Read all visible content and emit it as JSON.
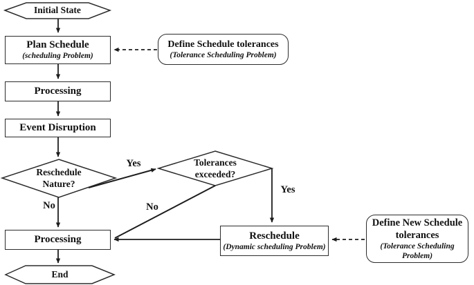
{
  "diagram": {
    "nodes": {
      "initial_state": {
        "label": "Initial State"
      },
      "plan_schedule": {
        "title": "Plan Schedule",
        "subtitle": "(scheduling Problem)"
      },
      "define_schedule_tolerances": {
        "title": "Define Schedule tolerances",
        "subtitle": "(Tolerance Scheduling Problem)"
      },
      "processing_1": {
        "label": "Processing"
      },
      "event_disruption": {
        "label": "Event Disruption"
      },
      "reschedule_nature": {
        "line1": "Reschedule",
        "line2": "Nature?"
      },
      "tolerances_exceeded": {
        "line1": "Tolerances",
        "line2": "exceeded?"
      },
      "reschedule": {
        "title": "Reschedule",
        "subtitle": "(Dynamic scheduling Problem)"
      },
      "define_new_schedule_tolerances": {
        "title": "Define New Schedule tolerances",
        "subtitle": "(Tolerance Scheduling Problem)"
      },
      "processing_2": {
        "label": "Processing"
      },
      "end": {
        "label": "End"
      }
    },
    "edge_labels": {
      "nature_yes": "Yes",
      "nature_no": "No",
      "tolerances_yes": "Yes",
      "tolerances_no": "No"
    },
    "colors": {
      "line": "#1d1d1d",
      "background": "#ffffff",
      "text": "#111111"
    }
  }
}
